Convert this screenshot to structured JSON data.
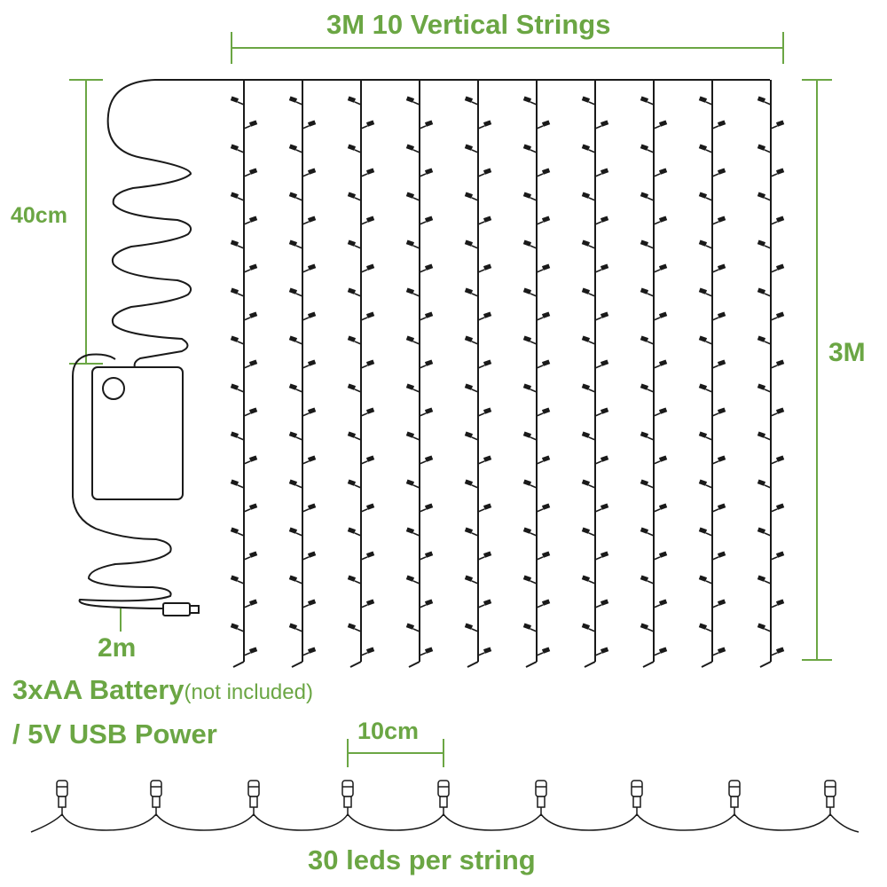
{
  "labels": {
    "top_width": "3M 10 Vertical Strings",
    "lead_length": "40cm",
    "height": "3M",
    "usb_cable": "2m",
    "battery": "3xAA Battery",
    "battery_note": "(not included)",
    "usb_power": "/ 5V USB Power",
    "led_spacing": "10cm",
    "leds_per_string": "30 leds per string"
  },
  "colors": {
    "accent": "#6ba644",
    "line": "#1a1a1a"
  },
  "curtain": {
    "string_count": 10,
    "leds_per_string_drawn": 12
  },
  "detail_strand": {
    "leds_drawn": 9
  }
}
